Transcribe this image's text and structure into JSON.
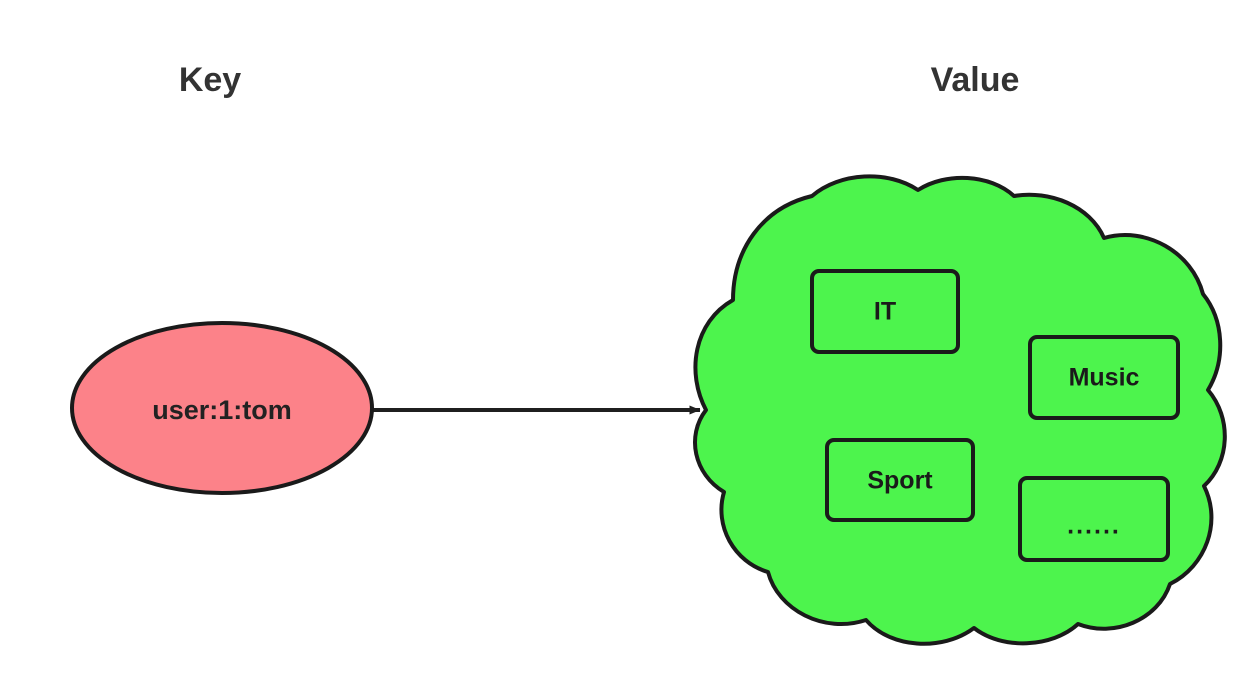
{
  "diagram": {
    "title_key": "Key",
    "title_value": "Value",
    "key_node": {
      "label": "user:1:tom",
      "shape": "ellipse",
      "fill": "#FC8289",
      "stroke": "#1a1a1a"
    },
    "connector": {
      "type": "arrow",
      "direction": "key-to-value",
      "stroke": "#1f1f1f"
    },
    "value_node": {
      "shape": "cloud",
      "fill": "#4DF44D",
      "stroke": "#1a1a1a",
      "items": [
        {
          "label": "IT"
        },
        {
          "label": "Music"
        },
        {
          "label": "Sport"
        },
        {
          "label": "......"
        }
      ]
    }
  },
  "colors": {
    "background": "#ffffff",
    "title_text": "#333333",
    "key_fill": "#FC8289",
    "value_fill": "#4DF44D",
    "outline": "#1a1a1a"
  }
}
